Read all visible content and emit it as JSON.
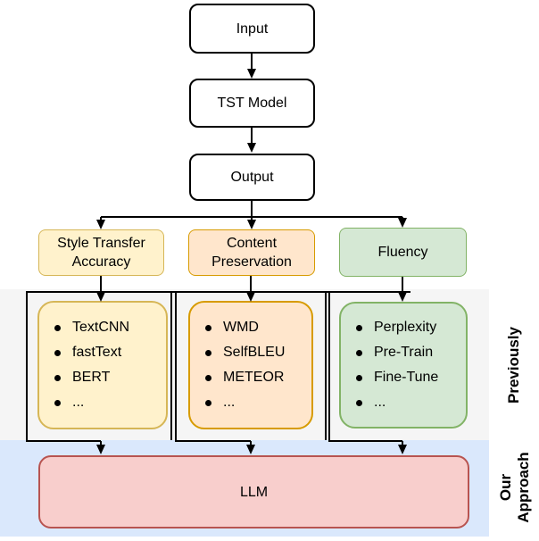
{
  "flow": {
    "input_label": "Input",
    "model_label": "TST Model",
    "output_label": "Output"
  },
  "columns": [
    {
      "header": "Style Transfer Accuracy",
      "items": [
        "TextCNN",
        "fastText",
        "BERT",
        "..."
      ],
      "fill": "#FFF2CC",
      "stroke": "#D6B656"
    },
    {
      "header": "Content Preservation",
      "items": [
        "WMD",
        "SelfBLEU",
        "METEOR",
        "..."
      ],
      "fill": "#FFE6CC",
      "stroke": "#D79B00"
    },
    {
      "header": "Fluency",
      "items": [
        "Perplexity",
        "Pre-Train",
        "Fine-Tune",
        "..."
      ],
      "fill": "#D5E8D4",
      "stroke": "#82B366"
    }
  ],
  "bands": {
    "previously_label": "Previously",
    "previously_bg": "#F5F5F5",
    "our_approach_label": "Our Approach",
    "our_approach_bg": "#DAE8FC"
  },
  "llm": {
    "label": "LLM",
    "fill": "#F8CECC",
    "stroke": "#B85450"
  },
  "line_color": "#000000"
}
